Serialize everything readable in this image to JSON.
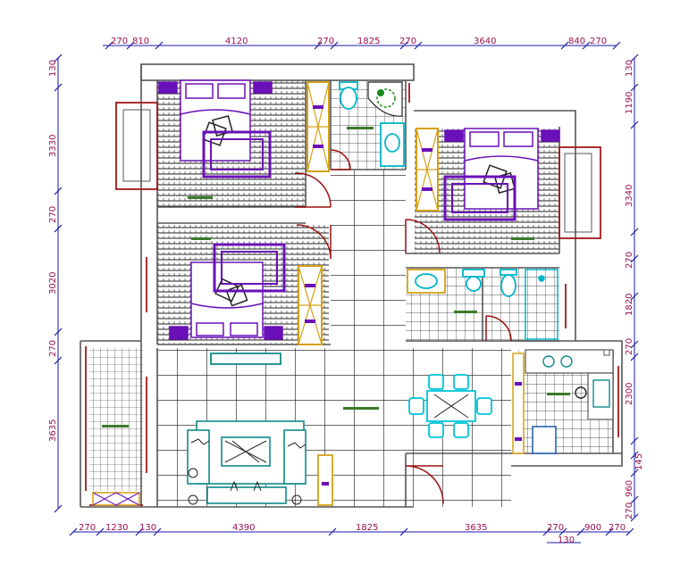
{
  "colors": {
    "dimension_line": "#1a1aa8",
    "dimension_text": "#9b1050",
    "wall": "#555555",
    "window": "#a01818",
    "furniture_bed": "#6a10b8",
    "furniture_wardrobe": "#d4a017",
    "bathroom_fixture": "#00b4c8",
    "dining_set": "#00c4d8",
    "sofa": "#0f8a8a",
    "room_label_bar": "#3a7a2a",
    "door_arc": "#9a1010"
  },
  "dimensions": {
    "top": [
      "270",
      "810",
      "4120",
      "270",
      "1825",
      "270",
      "3640",
      "840",
      "270"
    ],
    "bottom_row1": [
      "270",
      "1230",
      "130",
      "4390",
      "1825",
      "3635",
      "270",
      "900",
      "270"
    ],
    "bottom_row2": [
      "130"
    ],
    "left": [
      "130",
      "3330",
      "270",
      "3020",
      "270",
      "3635"
    ],
    "right": [
      "130",
      "1190",
      "3340",
      "270",
      "1820",
      "270",
      "2300",
      "145",
      "960",
      "270"
    ]
  },
  "icons": {
    "bed": "bed-icon",
    "wardrobe": "wardrobe-icon",
    "toilet": "toilet-icon",
    "sink": "sink-icon",
    "shower": "shower-icon",
    "stove": "stove-icon",
    "dining": "dining-table-icon",
    "sofa": "sofa-icon",
    "tv": "tv-cabinet-icon",
    "plant": "plant-icon"
  }
}
